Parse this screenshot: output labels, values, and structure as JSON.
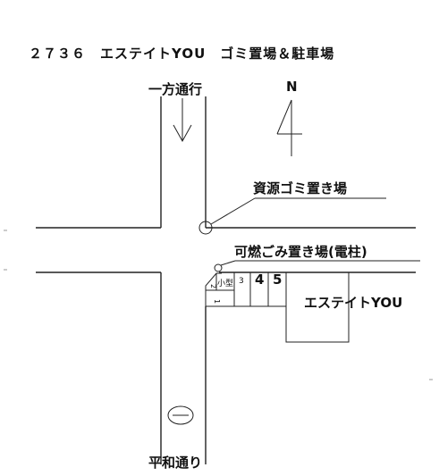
{
  "title": "２７３６　エステイトYOU　ゴミ置場＆駐車場",
  "one_way_label": "一方通行",
  "north_label": "N",
  "resource_label": "資源ゴミ置き場",
  "burnable_label": "可燃ごみ置き場(電柱)",
  "building_label": "エステイトYOU",
  "road_label": "平和通り",
  "lots": {
    "lot1": "1",
    "lot2": "2",
    "small": "小型",
    "lot3": "3",
    "lot4": "4",
    "lot5": "5"
  },
  "icons": {
    "arrow": "down-arrow-icon",
    "north": "north-arrow-icon",
    "no_entry": "no-entry-sign-icon"
  }
}
